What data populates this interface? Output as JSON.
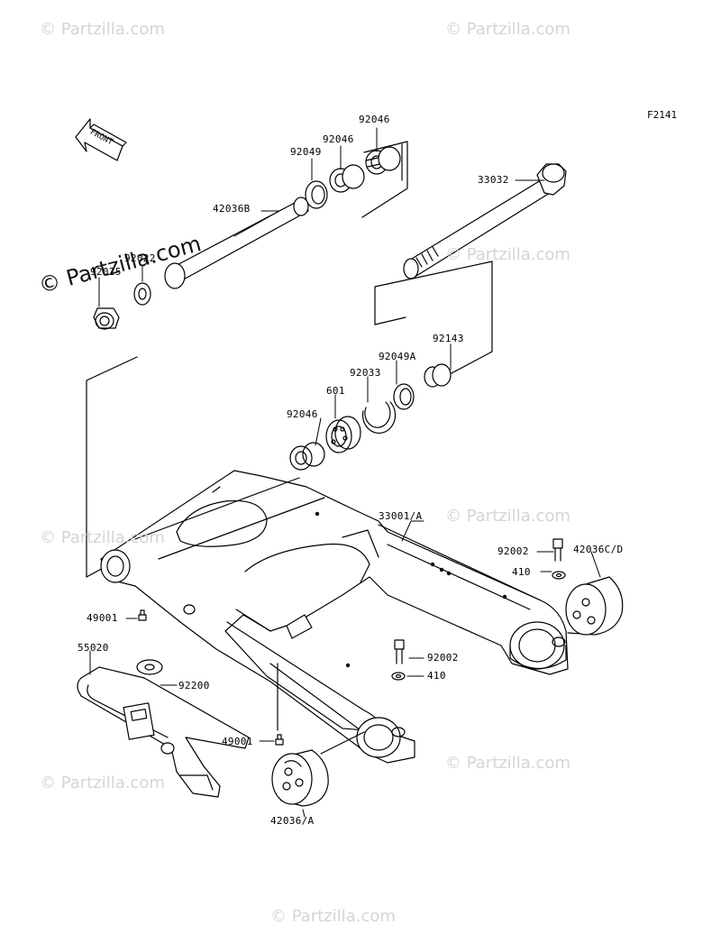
{
  "figure_code": "F2141",
  "front_arrow_label": "FRONT",
  "watermarks": [
    "© Partzilla.com",
    "© Partzilla.com",
    "© Partzilla.com",
    "© Partzilla.com",
    "© Partzilla.com",
    "© Partzilla.com",
    "© Partzilla.com",
    "© Partzilla.com"
  ],
  "watermark_main": "© Partzilla.com",
  "callouts": {
    "p92046_top_right": "92046",
    "p92046_top_left": "92046",
    "p92049": "92049",
    "p33032": "33032",
    "p42036B": "42036B",
    "p92022": "92022",
    "p92025": "92025",
    "p92143": "92143",
    "p92049A": "92049A",
    "p92033": "92033",
    "p601": "601",
    "p92046_mid": "92046",
    "p33001A": "33001/A",
    "p92002_right": "92002",
    "p42036CD": "42036C/D",
    "p410_right": "410",
    "p49001_left": "49001",
    "p55020": "55020",
    "p92200": "92200",
    "p92002_mid": "92002",
    "p410_mid": "410",
    "p49001_bottom": "49001",
    "p42036A": "42036/A"
  }
}
